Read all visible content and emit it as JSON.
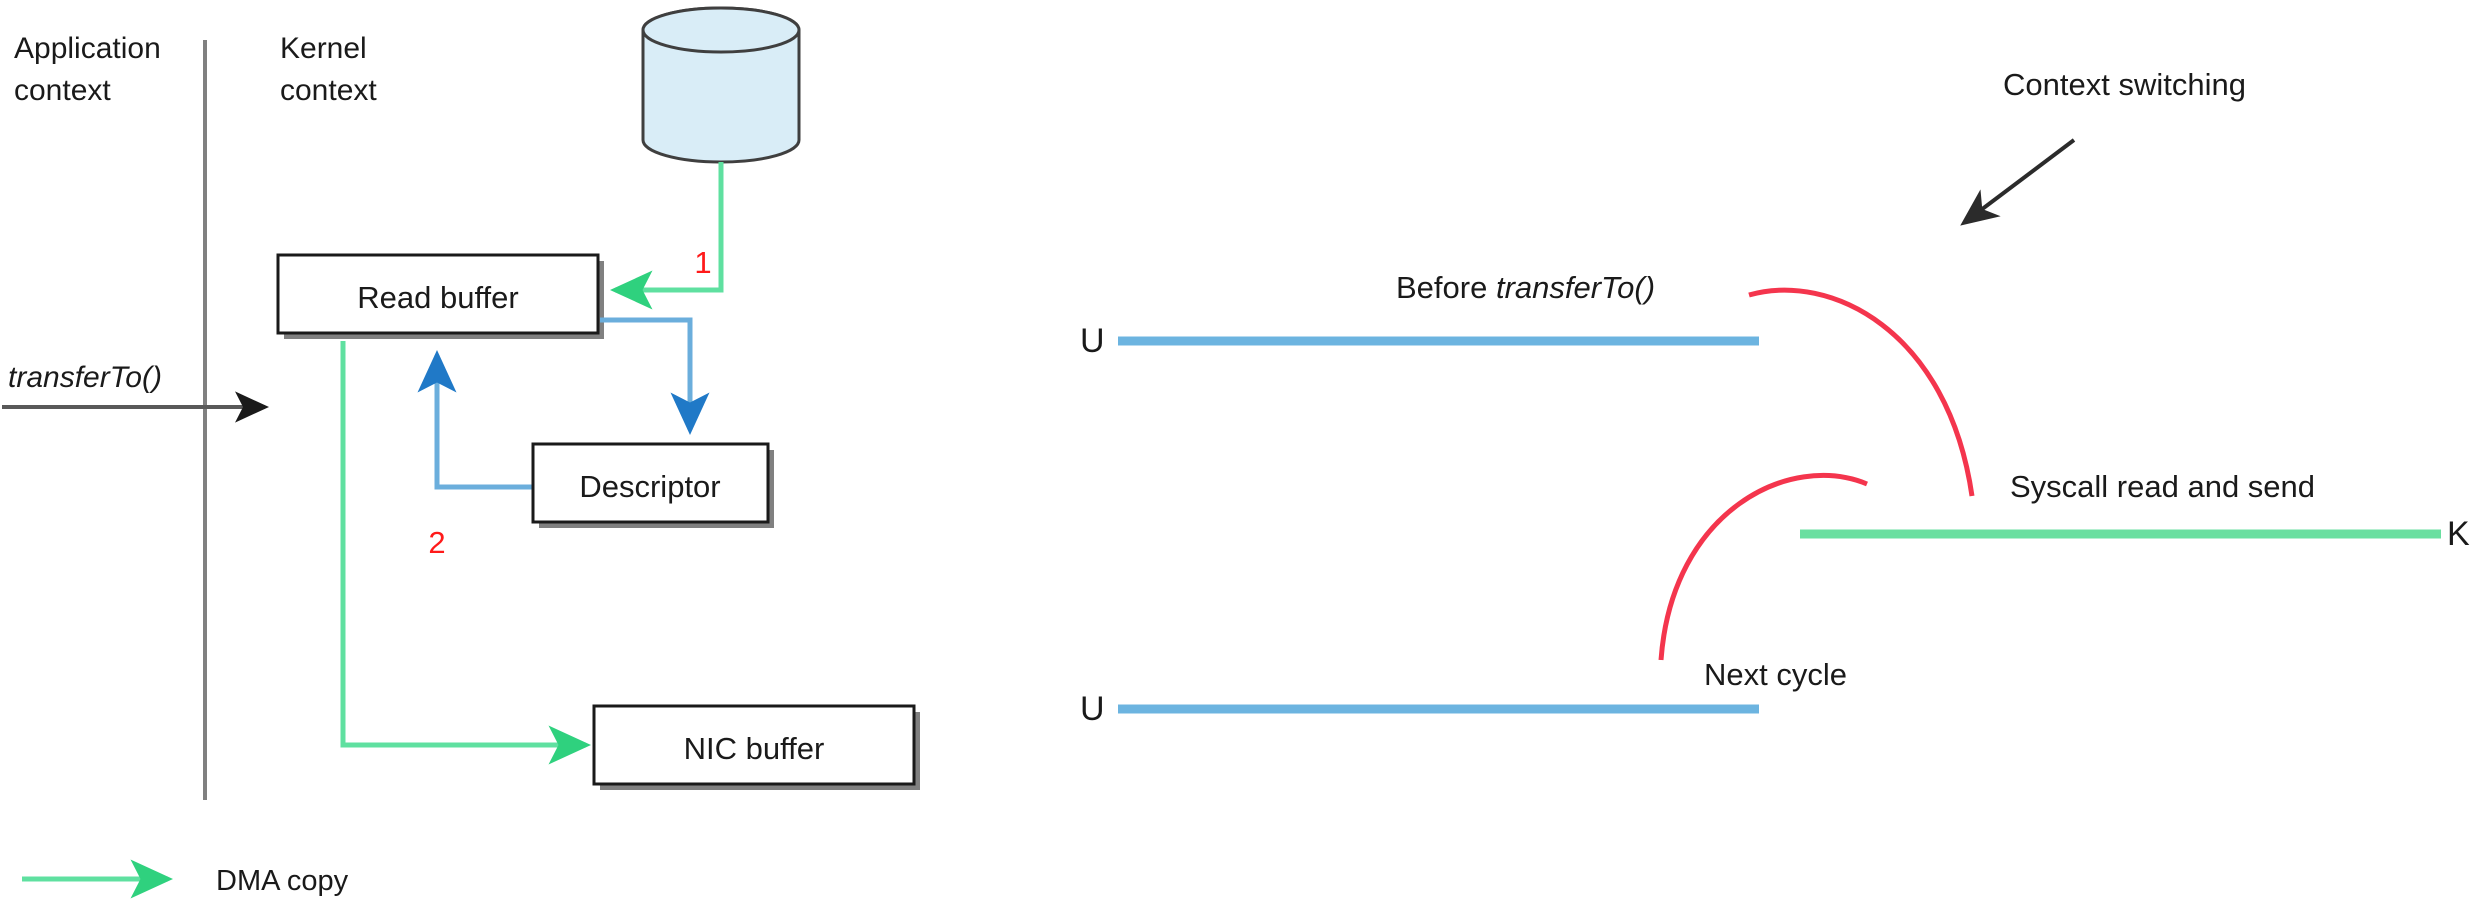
{
  "diagram": {
    "title_hidden": "",
    "left_panel": {
      "context_labels": [
        {
          "name": "application-context",
          "line1": "Application",
          "line2": "context"
        },
        {
          "name": "kernel-context",
          "line1": "Kernel",
          "line2": "context"
        }
      ],
      "entry_call_label": "transferTo()",
      "boxes": [
        {
          "name": "read-buffer-box",
          "label": "Read buffer"
        },
        {
          "name": "descriptor-box",
          "label": "Descriptor"
        },
        {
          "name": "nic-buffer-box",
          "label": "NIC buffer"
        }
      ],
      "storage": {
        "name": "disk-cylinder",
        "label": ""
      },
      "step_markers": [
        {
          "name": "step-1-marker",
          "label": "1"
        },
        {
          "name": "step-2-marker",
          "label": "2"
        }
      ],
      "legend": [
        {
          "name": "legend-dma-copy",
          "label": "DMA copy",
          "color": "#5FE0A0"
        }
      ]
    },
    "right_panel": {
      "axis_labels": [
        {
          "name": "user-mode-label-top",
          "label": "U"
        },
        {
          "name": "kernel-mode-label",
          "label": "K"
        },
        {
          "name": "user-mode-label-bottom",
          "label": "U"
        }
      ],
      "annotations": [
        {
          "name": "before-transferto-annotation",
          "prefix": "Before ",
          "italic": "transferTo()"
        },
        {
          "name": "context-switching-annotation",
          "label": "Context switching"
        },
        {
          "name": "syscall-read-and-send-annotation",
          "label": "Syscall read and send"
        },
        {
          "name": "next-cycle-annotation",
          "label": "Next cycle"
        }
      ]
    },
    "colors": {
      "dma_green": "#5FE0A0",
      "timeline_green": "#6ADFA0",
      "timeline_blue": "#6CB4E0",
      "flow_blue": "#6BAEDC",
      "switch_red": "#F4354D",
      "step_red": "#FF1A1A",
      "cylinder_fill": "#D9EDF7",
      "box_border": "#1A1A1A",
      "box_shadow": "#808080"
    }
  }
}
